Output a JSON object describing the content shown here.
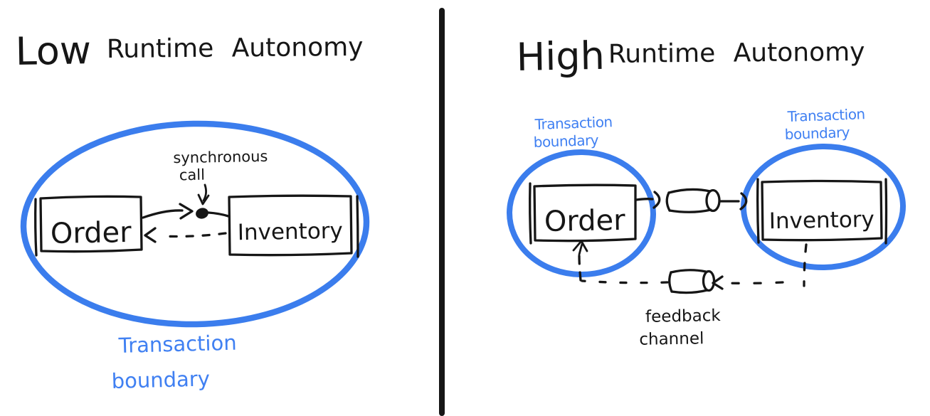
{
  "colors": {
    "ink": "#161616",
    "boundary_stroke": "#3b7ded",
    "boundary_text": "#4080f2",
    "background": "#ffffff"
  },
  "left_panel": {
    "title": {
      "emphasis": "Low",
      "rest": "Runtime Autonomy"
    },
    "services": {
      "order": "Order",
      "inventory": "Inventory"
    },
    "sync_call": {
      "line1": "synchronous",
      "line2": "call"
    },
    "transaction_boundary": {
      "line1": "Transaction",
      "line2": "boundary"
    }
  },
  "right_panel": {
    "title": {
      "emphasis": "High",
      "rest": "Runtime Autonomy"
    },
    "services": {
      "order": "Order",
      "inventory": "Inventory"
    },
    "order_transaction_boundary": {
      "line1": "Transaction",
      "line2": "boundary"
    },
    "inventory_transaction_boundary": {
      "line1": "Transaction",
      "line2": "boundary"
    },
    "feedback_channel": {
      "line1": "feedback",
      "line2": "channel"
    }
  }
}
